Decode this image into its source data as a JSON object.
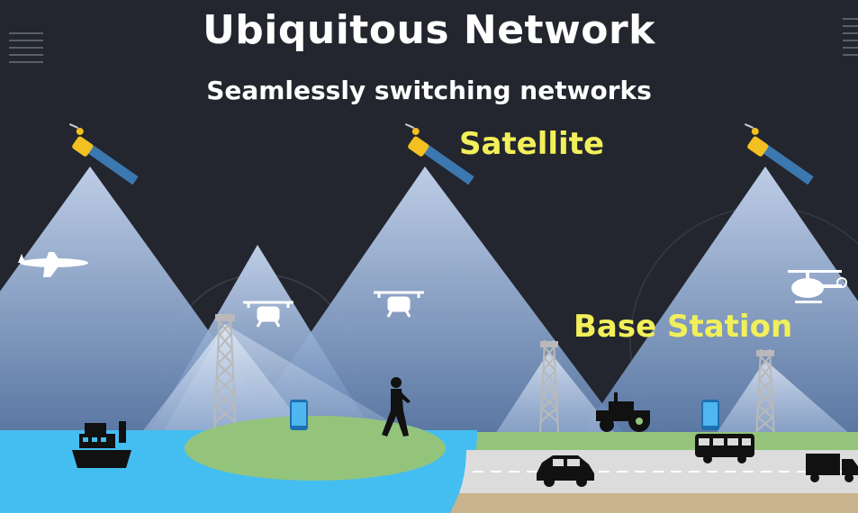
{
  "header": {
    "title": "Ubiquitous Network",
    "subtitle": "Seamlessly switching networks"
  },
  "labels": {
    "satellite": "Satellite",
    "base_station": "Base Station"
  },
  "colors": {
    "background": "#23262e",
    "label_accent": "#f2f05a",
    "sea": "#44bef0",
    "land_green": "#94c47c",
    "road": "#dcdcdc",
    "beam_light": "#bcd0ee"
  },
  "icons": [
    "satellite-icon",
    "airplane-icon",
    "drone-icon",
    "helicopter-icon",
    "cell-tower-icon",
    "smartphone-icon",
    "pedestrian-icon",
    "ship-icon",
    "tractor-icon",
    "bus-icon",
    "car-icon",
    "truck-icon"
  ]
}
